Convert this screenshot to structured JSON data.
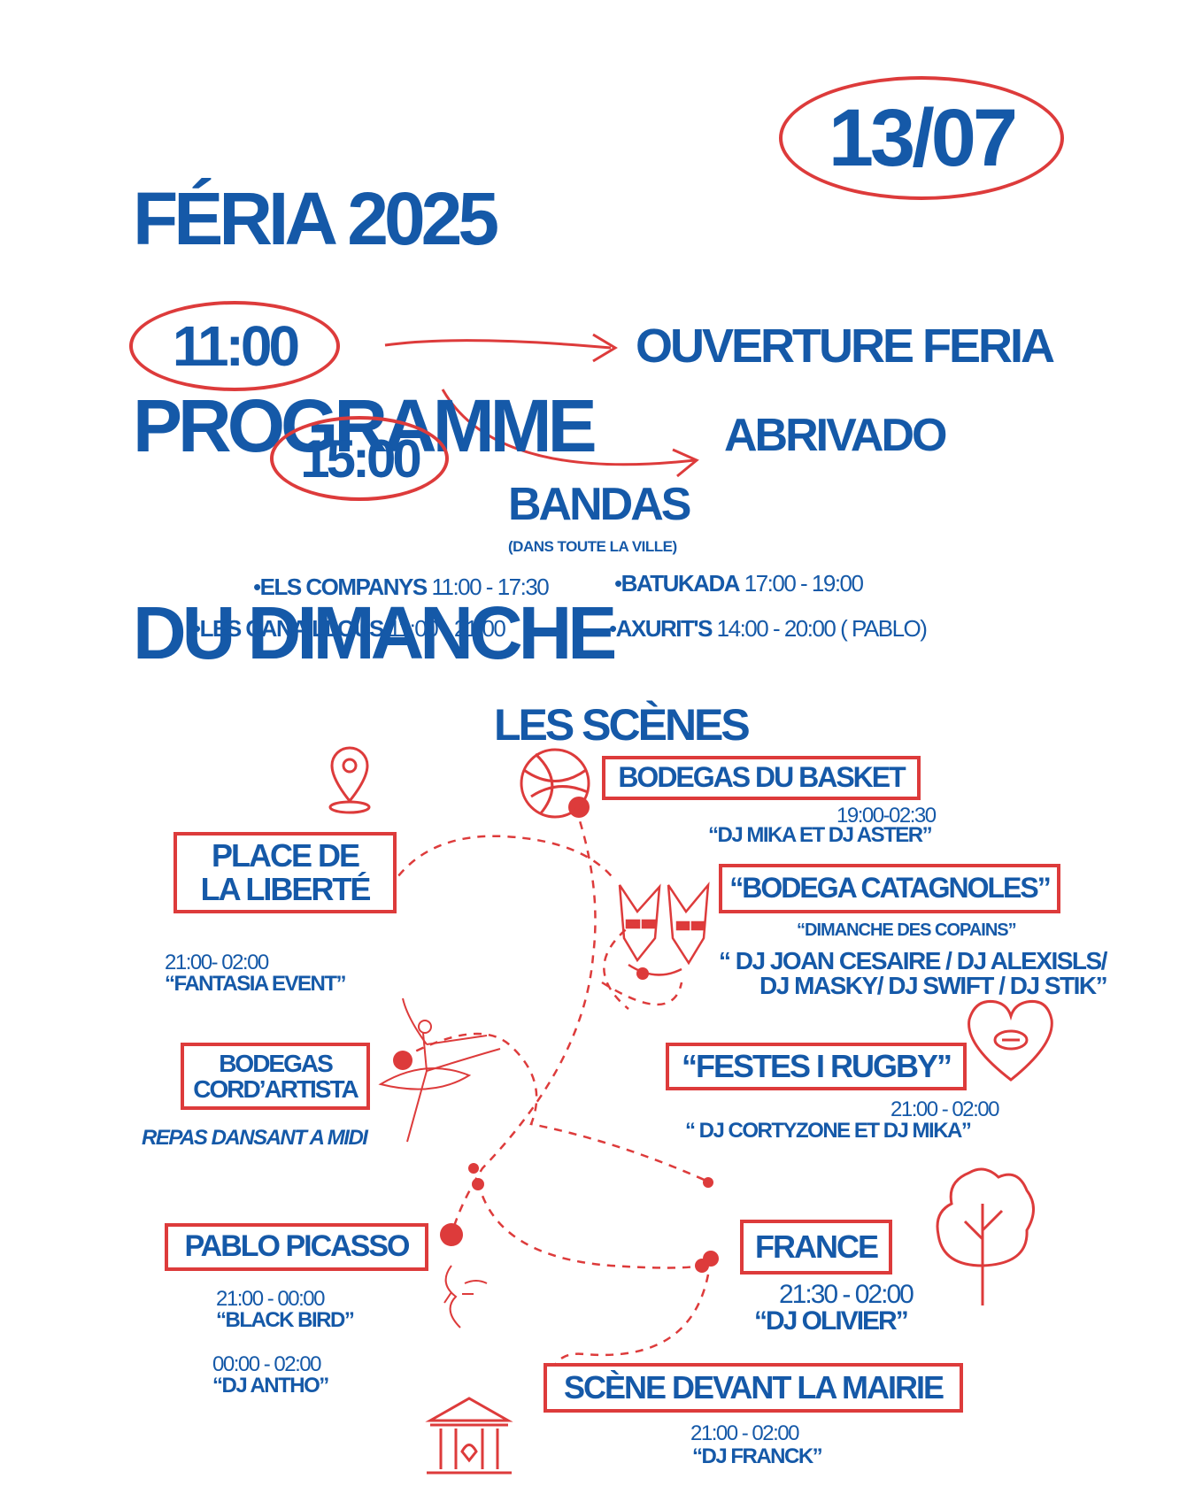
{
  "header": {
    "title_line1": "FÉRIA 2025",
    "title_line2": "PROGRAMME",
    "title_line3": "DU DIMANCHE",
    "date": "13/07"
  },
  "schedule": [
    {
      "time": "11:00",
      "event": "OUVERTURE FERIA"
    },
    {
      "time": "15:00",
      "event": "ABRIVADO"
    }
  ],
  "bandas": {
    "title": "BANDAS",
    "subtitle": "(DANS TOUTE LA VILLE)",
    "groups": [
      {
        "bullet": "•",
        "name": "ELS COMPANYS",
        "hours": "11:00 - 17:30"
      },
      {
        "bullet": "•",
        "name": "BATUKADA",
        "hours": "17:00 - 19:00"
      },
      {
        "bullet": "•",
        "name": "LES CANAILLOUS",
        "hours": "11:00 - 21:00"
      },
      {
        "bullet": "•",
        "name": "AXURIT'S",
        "hours": "14:00 - 20:00 ( PABLO)"
      }
    ]
  },
  "scenes": {
    "title": "LES SCÈNES",
    "basket": {
      "name": "BODEGAS DU BASKET",
      "time": "19:00-02:30",
      "dj": "“DJ MIKA ET DJ ASTER”"
    },
    "liberte": {
      "name_line1": "PLACE DE",
      "name_line2": "LA LIBERTÉ",
      "time": "21:00- 02:00",
      "dj": "“FANTASIA EVENT”"
    },
    "catagnoles": {
      "name": "“BODEGA CATAGNOLES”",
      "subtitle": "“DIMANCHE DES COPAINS”",
      "dj_line1": "“ DJ JOAN CESAIRE / DJ ALEXISLS/",
      "dj_line2": "DJ MASKY/ DJ SWIFT / DJ STIK”"
    },
    "cordartista": {
      "name_line1": "BODEGAS",
      "name_line2": "CORD’ARTISTA",
      "note": "REPAS DANSANT A MIDI"
    },
    "rugby": {
      "name": "“FESTES I RUGBY”",
      "time": "21:00 - 02:00",
      "dj": "“ DJ CORTYZONE ET DJ MIKA”"
    },
    "picasso": {
      "name": "PABLO PICASSO",
      "time1": "21:00 - 00:00",
      "dj1": "“BLACK BIRD”",
      "time2": "00:00 - 02:00",
      "dj2": "“DJ ANTHO”"
    },
    "france": {
      "name": "FRANCE",
      "time": "21:30 - 02:00",
      "dj": "“DJ OLIVIER”"
    },
    "mairie": {
      "name": "SCÈNE DEVANT LA MAIRIE",
      "time": "21:00 - 02:00",
      "dj": "“DJ FRANCK”"
    }
  },
  "colors": {
    "blue": "#1559a8",
    "red": "#dd3b3b"
  },
  "icons": [
    "location-pin-icon",
    "basketball-icon",
    "donkeys-icon",
    "ballerina-icon",
    "rugby-heart-icon",
    "tree-icon",
    "face-sketch-icon",
    "town-hall-icon"
  ]
}
